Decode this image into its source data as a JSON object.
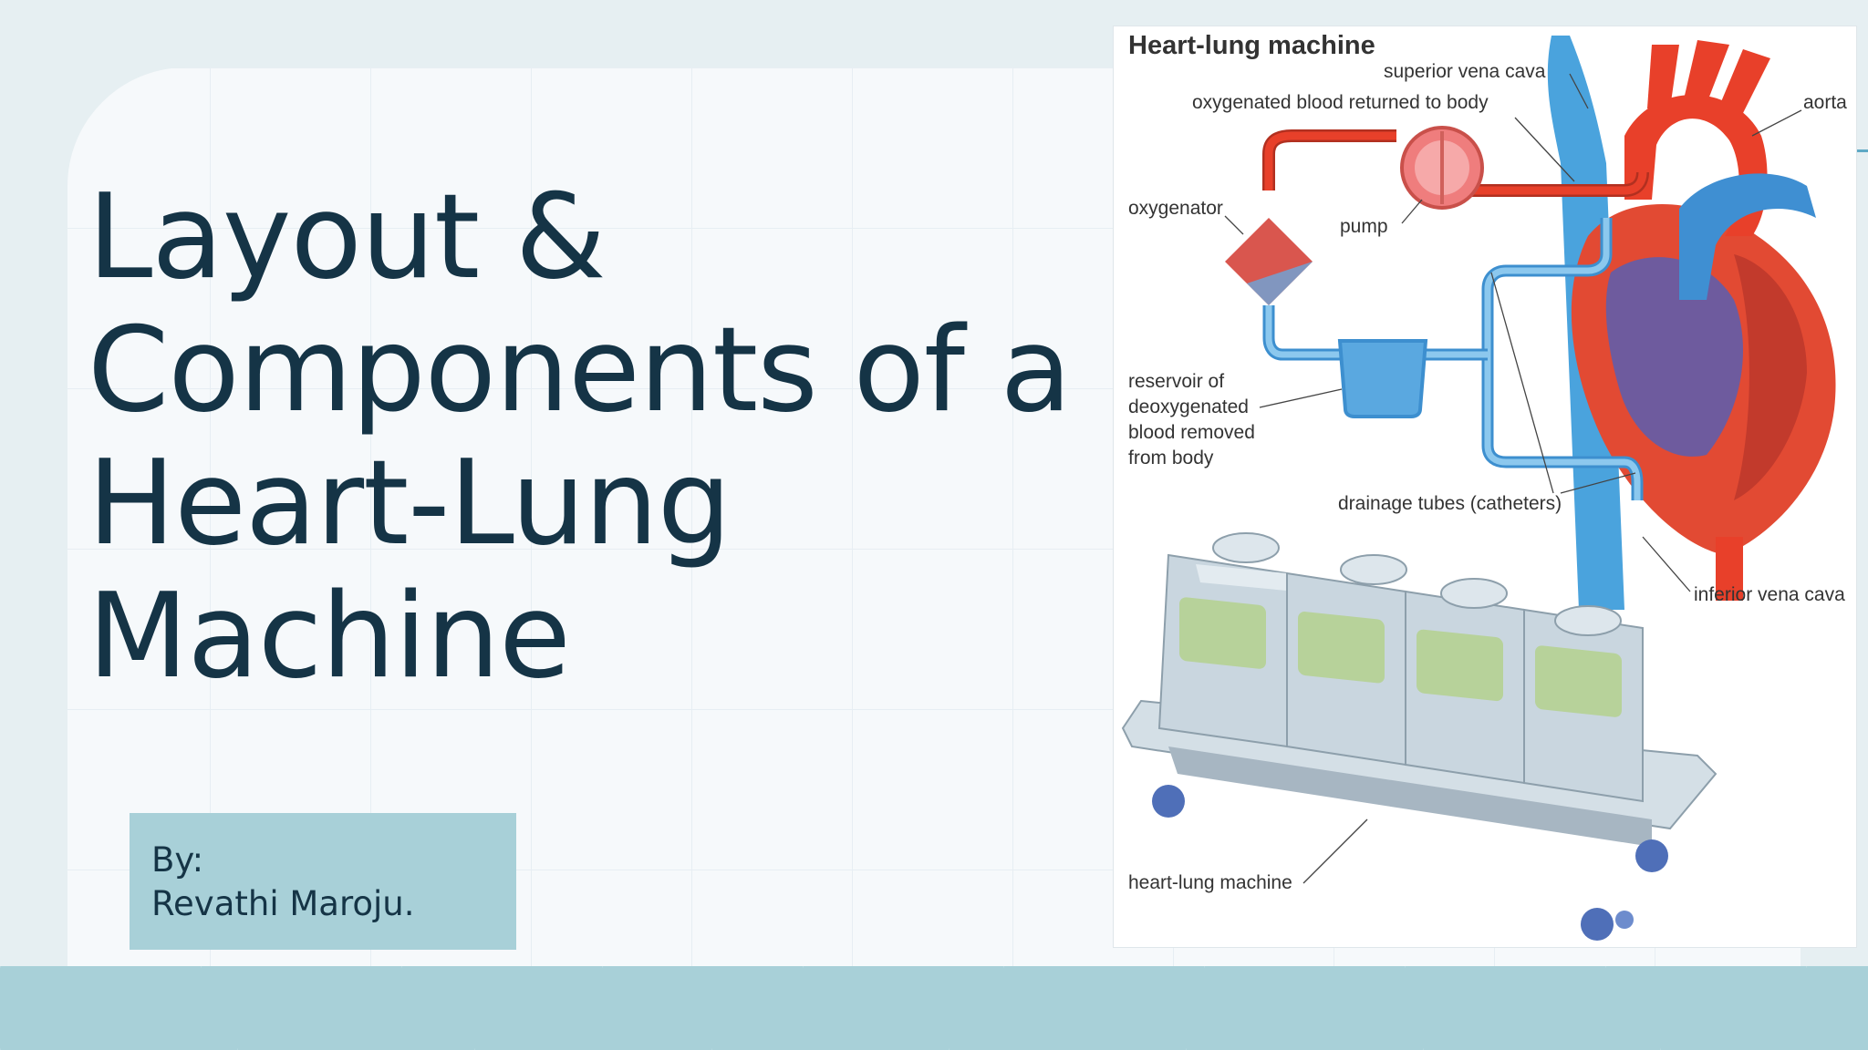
{
  "slide": {
    "title": "Layout & Components of a Heart-Lung Machine",
    "author_prefix": "By:",
    "author_name": "Revathi Maroju."
  },
  "figure": {
    "title": "Heart-lung machine",
    "labels": {
      "superior_vena_cava": "superior vena cava",
      "oxygenated_blood": "oxygenated blood returned to body",
      "aorta": "aorta",
      "oxygenator": "oxygenator",
      "pump": "pump",
      "reservoir_1": "reservoir of",
      "reservoir_2": "deoxygenated",
      "reservoir_3": "blood removed",
      "reservoir_4": "from body",
      "drainage_tubes": "drainage tubes (catheters)",
      "inferior_vena_cava": "inferior vena cava",
      "machine": "heart-lung machine"
    }
  },
  "colors": {
    "background": "#e6eff2",
    "card": "#f6f9fb",
    "accent_band": "#a8d0d8",
    "title_text": "#153446",
    "arterial_red": "#e8402a",
    "venous_blue": "#4aa3dd",
    "machine_green": "#b7d29a"
  }
}
